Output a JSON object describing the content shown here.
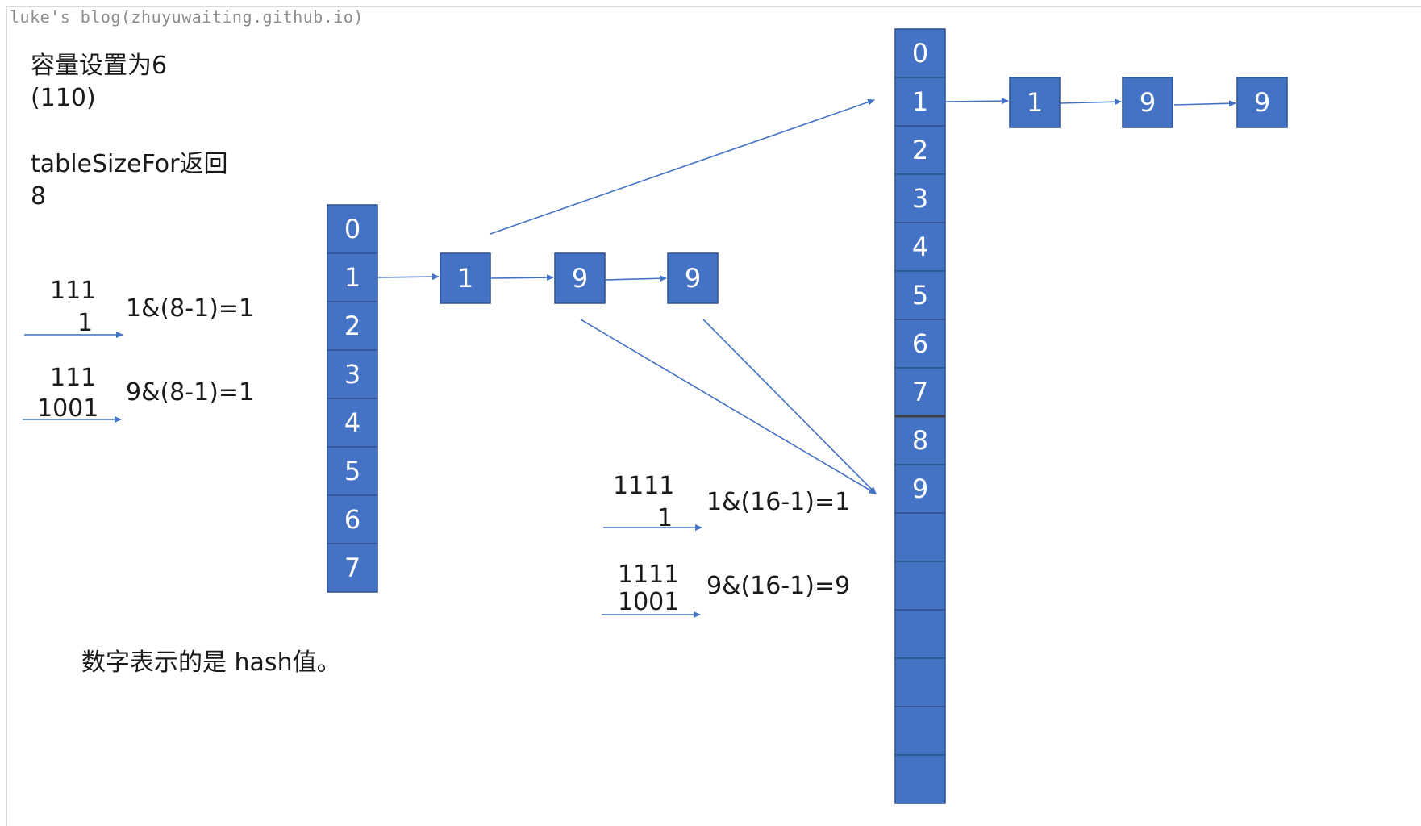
{
  "watermark": "luke's blog(zhuyuwaiting.github.io)",
  "notes": {
    "capacity_line1": "容量设置为6",
    "capacity_line2": "(110)",
    "tablesize_line1": "tableSizeFor返回",
    "tablesize_line2": "8",
    "caption": "数字表示的是 hash值。"
  },
  "calc_old": [
    {
      "top": "111",
      "bottom": "1",
      "result": "1&(8-1)=1"
    },
    {
      "top": "111",
      "bottom": "1001",
      "result": "9&(8-1)=1"
    }
  ],
  "calc_new": [
    {
      "top": "1111",
      "bottom": "1",
      "result": "1&(16-1)=1"
    },
    {
      "top": "1111",
      "bottom": "1001",
      "result": "9&(16-1)=9"
    }
  ],
  "colors": {
    "cell_fill": "#4472c4",
    "cell_border": "#2f528f",
    "arrow": "#4472c4",
    "cell_text": "#ffffff",
    "divider": "#404040"
  },
  "old_table": {
    "indices": [
      "0",
      "1",
      "2",
      "3",
      "4",
      "5",
      "6",
      "7"
    ],
    "chain_source_index": 1,
    "chain": [
      "1",
      "9",
      "9"
    ]
  },
  "new_table": {
    "indices": [
      "0",
      "1",
      "2",
      "3",
      "4",
      "5",
      "6",
      "7",
      "8",
      "9",
      "",
      "",
      "",
      "",
      "",
      ""
    ],
    "chain_source_index": 1,
    "chain": [
      "1",
      "9",
      "9"
    ]
  }
}
